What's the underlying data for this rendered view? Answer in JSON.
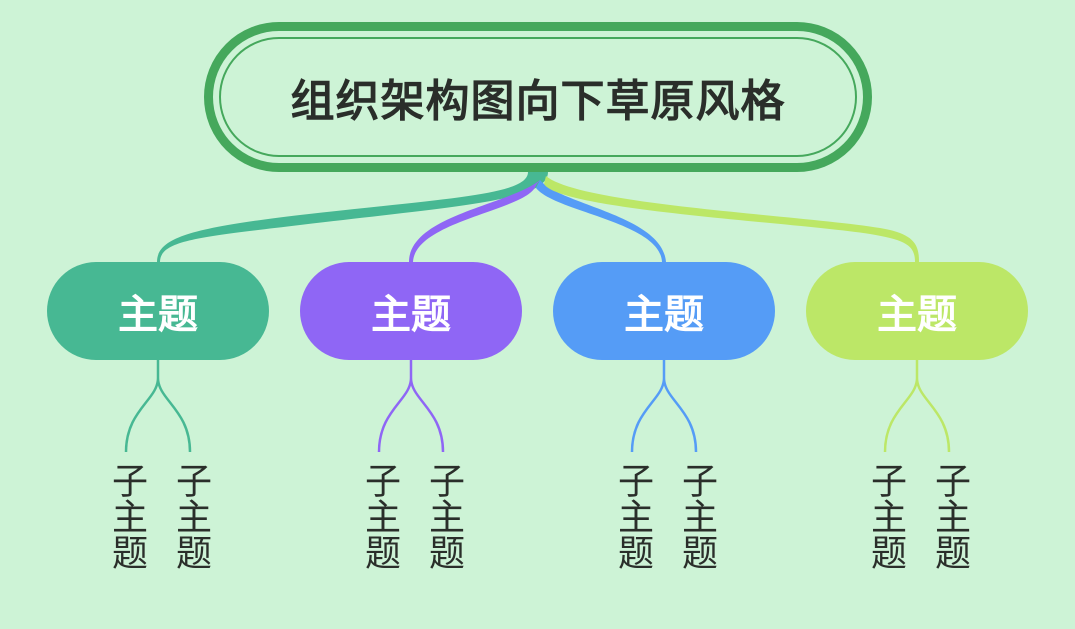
{
  "root": {
    "title": "组织架构图向下草原风格",
    "color": "#45a85c"
  },
  "topics": [
    {
      "label": "主题",
      "color": "#47b893",
      "subtopics": [
        "子主题",
        "子主题"
      ]
    },
    {
      "label": "主题",
      "color": "#8f66f5",
      "subtopics": [
        "子主题",
        "子主题"
      ]
    },
    {
      "label": "主题",
      "color": "#559cf6",
      "subtopics": [
        "子主题",
        "子主题"
      ]
    },
    {
      "label": "主题",
      "color": "#bce767",
      "subtopics": [
        "子主题",
        "子主题"
      ]
    }
  ],
  "background": "#cdf3d6"
}
